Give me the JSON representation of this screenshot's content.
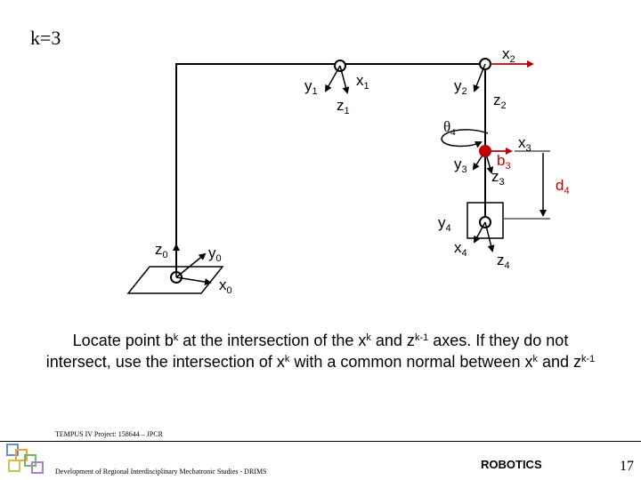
{
  "slide": {
    "title": "k=3"
  },
  "labels": {
    "x2": "x",
    "x2_sub": "2",
    "y1": "y",
    "y1_sub": "1",
    "x1": "x",
    "x1_sub": "1",
    "z1": "z",
    "z1_sub": "1",
    "y2": "y",
    "y2_sub": "2",
    "z2": "z",
    "z2_sub": "2",
    "theta4": "θ",
    "theta4_sub": "4",
    "x3": "x",
    "x3_sub": "3",
    "b3": "b",
    "b3_sub": "3",
    "y3": "y",
    "y3_sub": "3",
    "z3": "z",
    "z3_sub": "3",
    "d4": "d",
    "d4_sub": "4",
    "y4": "y",
    "y4_sub": "4",
    "x4": "x",
    "x4_sub": "4",
    "z4": "z",
    "z4_sub": "4",
    "z0": "z",
    "z0_sub": "0",
    "y0": "y",
    "y0_sub": "0",
    "x0": "x",
    "x0_sub": "0"
  },
  "caption": {
    "p1": "Locate point b",
    "s1": "k",
    "p2": " at the intersection of the x",
    "s2": "k",
    "p3": " and z",
    "s3": "k-1",
    "p4": " axes. If they do not intersect, use the intersection of x",
    "s4": "k",
    "p5": " with a common normal between x",
    "s5": "k",
    "p6": " and z",
    "s6": "k-1"
  },
  "footer": {
    "project": "TEMPUS IV Project: 158644 – JPCR",
    "program": "Development of Regional Interdisciplinary Mechatronic Studies - DRIMS",
    "course": "ROBOTICS",
    "page": "17"
  },
  "colors": {
    "accent": "#c00000",
    "ink": "#000000"
  }
}
